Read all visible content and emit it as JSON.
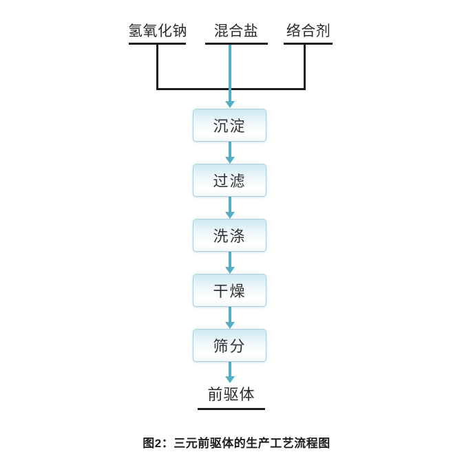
{
  "diagram": {
    "inputs": [
      {
        "label": "氢氧化钠"
      },
      {
        "label": "混合盐"
      },
      {
        "label": "络合剂"
      }
    ],
    "steps": [
      "沉淀",
      "过滤",
      "洗涤",
      "干燥",
      "筛分"
    ],
    "output": "前驱体",
    "caption": "图2：三元前驱体的生产工艺流程图",
    "colors": {
      "arrow_color": "#55aec1",
      "line_color": "#1c1c1c",
      "box_border": "#abcedd",
      "box_fill": "#cde8f1",
      "text_color": "#2a2a2a"
    }
  }
}
